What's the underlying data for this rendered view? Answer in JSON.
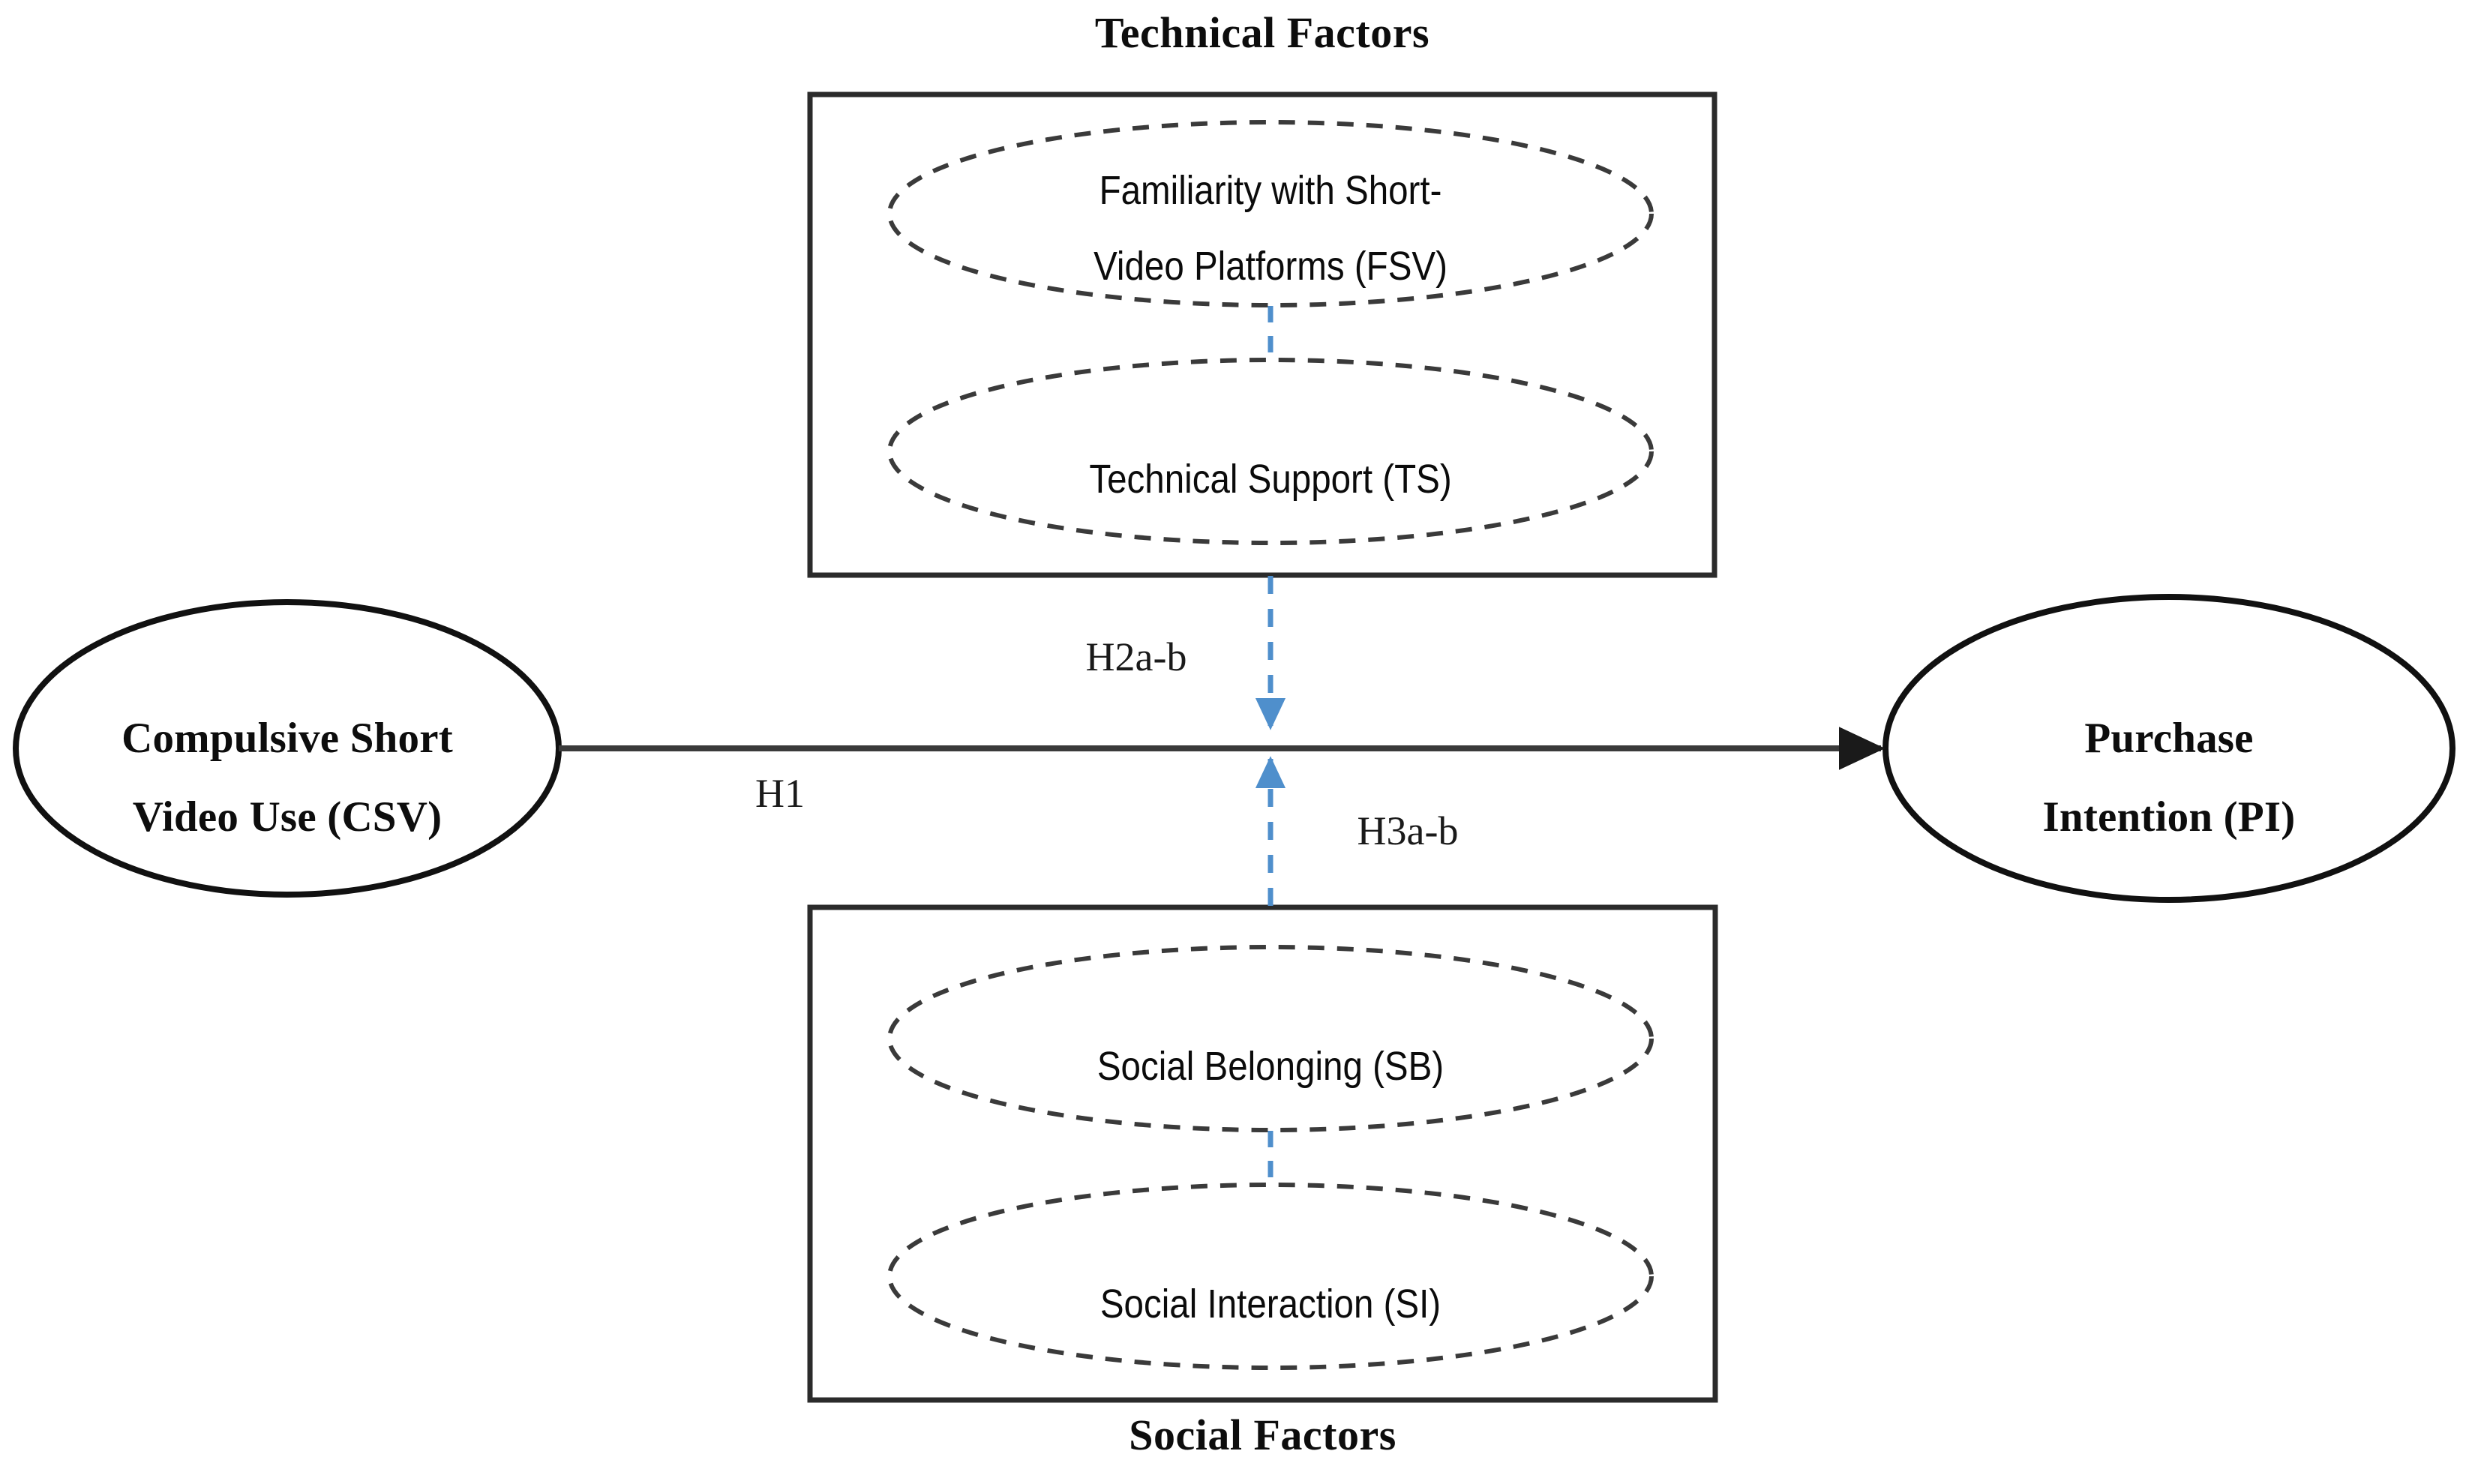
{
  "diagram": {
    "title_top": "Technical Factors",
    "title_bottom": "Social Factors",
    "colors": {
      "stroke_solid": "#1a1a1a",
      "stroke_dashed": "#333333",
      "arrow_blue": "#4f8fcc",
      "background": "#ffffff",
      "text": "#0d0d0d"
    },
    "nodes": {
      "csv": {
        "line1": "Compulsive Short",
        "line2": "Video Use (CSV)",
        "shape": "ellipse-solid"
      },
      "pi": {
        "line1": "Purchase",
        "line2": "Intention (PI)",
        "shape": "ellipse-solid"
      },
      "fsv": {
        "line1": "Familiarity with Short-",
        "line2": "Video Platforms (FSV)",
        "shape": "ellipse-dashed"
      },
      "ts": {
        "line1": "Technical Support (TS)",
        "shape": "ellipse-dashed"
      },
      "sb": {
        "line1": "Social Belonging (SB)",
        "shape": "ellipse-dashed"
      },
      "si": {
        "line1": "Social Interaction (SI)",
        "shape": "ellipse-dashed"
      }
    },
    "paths": {
      "h1": {
        "label": "H1",
        "from": "csv",
        "to": "pi",
        "style": "solid",
        "arrow": "right"
      },
      "h2": {
        "label": "H2a-b",
        "from": "technical-factors",
        "to": "h1-path",
        "style": "dashed-blue",
        "arrow": "down"
      },
      "h3": {
        "label": "H3a-b",
        "from": "social-factors",
        "to": "h1-path",
        "style": "dashed-blue",
        "arrow": "up"
      }
    }
  }
}
